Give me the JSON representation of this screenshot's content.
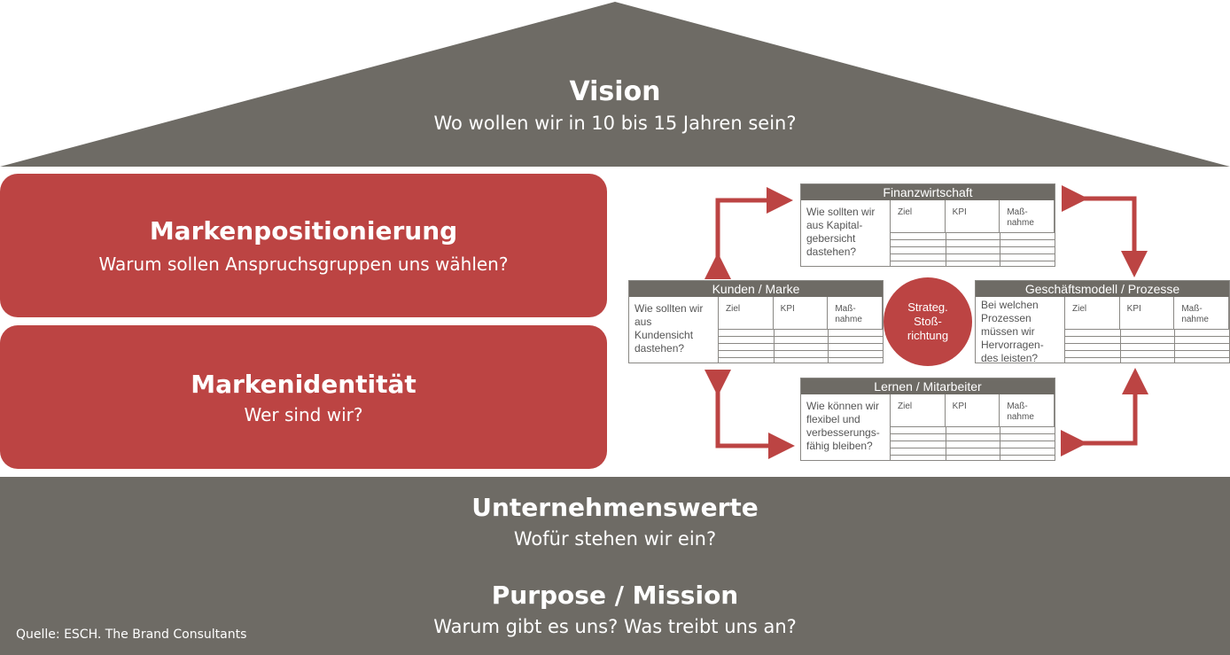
{
  "vision": {
    "title": "Vision",
    "subtitle": "Wo wollen wir in 10 bis 15 Jahren sein?"
  },
  "positioning": {
    "title": "Markenpositionierung",
    "subtitle": "Warum sollen Anspruchsgruppen uns wählen?"
  },
  "identity": {
    "title": "Markenidentität",
    "subtitle": "Wer sind wir?"
  },
  "values": {
    "title": "Unternehmenswerte",
    "subtitle": "Wofür stehen wir ein?"
  },
  "purpose": {
    "title": "Purpose / Mission",
    "subtitle": "Warum gibt es uns? Was treibt uns an?"
  },
  "source": "Quelle: ESCH.  The Brand Consultants",
  "scorecard": {
    "center": "Strateg. Stoß-richtung",
    "cards": {
      "finance": {
        "title": "Finanzwirtschaft",
        "question": "Wie sollten wir aus Kapital-gebersicht dastehen?"
      },
      "customer": {
        "title": "Kunden  /  Marke",
        "question": "Wie sollten wir aus Kundensicht dastehen?"
      },
      "process": {
        "title": "Geschäftsmodell  / Prozesse",
        "question": "Bei welchen Prozessen müssen wir Hervorragen-des leisten?"
      },
      "learning": {
        "title": "Lernen  /  Mitarbeiter",
        "question": "Wie können wir flexibel und verbesserungs-fähig bleiben?"
      }
    },
    "columns": [
      "Ziel",
      "KPI",
      "Maß-nahme"
    ]
  },
  "colors": {
    "gray": "#6e6b65",
    "red": "#bc4443"
  }
}
